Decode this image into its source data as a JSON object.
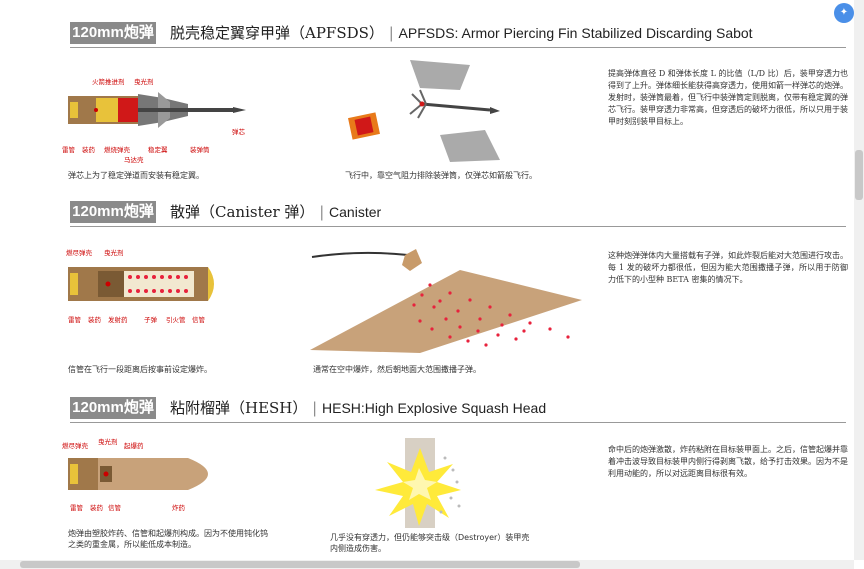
{
  "sections": [
    {
      "tag": "120mm炮弹",
      "title_cn": "脱壳稳定翼穿甲弹（APFSDS）",
      "title_en": "APFSDS: Armor Piercing Fin Stabilized Discarding Sabot",
      "labels_top": [
        "火箭推进剂",
        "曳光剂"
      ],
      "labels_bottom": [
        "雷管",
        "装药",
        "燃烧弹壳",
        "稳定翼",
        "弹芯",
        "马达壳",
        "装弹筒"
      ],
      "caption_left": "弹芯上为了稳定弹道而安装有稳定翼。",
      "caption_mid": "飞行中，靠空气阻力排除装弹筒，仅弹芯如箭般飞行。",
      "paragraph": "提高弹体直径 D 和弹体长度 L 的比值（L/D 比）后，装甲穿透力也得到了上升。弹体细长能获得高穿透力，使用如箭一样弹芯的炮弹。发射时，装弹筒最着，但飞行中装弹筒定则脱离，仅带有稳定翼的弹芯飞行。装甲穿透力非常高，但穿透后的破坏力很低，所以只用于装甲时刻别装甲目标上。"
    },
    {
      "tag": "120mm炮弹",
      "title_cn": "散弹（Canister 弹）",
      "title_en": "Canister",
      "labels_top": [
        "燃尽弹壳",
        "曳光剂"
      ],
      "labels_bottom": [
        "雷管",
        "装药",
        "发射药",
        "子弹",
        "引火管",
        "信管"
      ],
      "caption_left": "信管在飞行一段距离后按事前设定爆炸。",
      "caption_mid": "通常在空中爆炸，然后朝地面大范围撒播子弹。",
      "paragraph": "这种炮弹弹体内大量搭载有子弹，如此炸裂后能对大范围进行攻击。每 1 发的破坏力都很低，但因为能大范围撒播子弹，所以用于防御力低下的小型种 BETA 密集的情况下。"
    },
    {
      "tag": "120mm炮弹",
      "title_cn": "粘附榴弹（HESH）",
      "title_en": "HESH:High Explosive Squash Head",
      "labels_top": [
        "燃尽弹壳",
        "曳光剂",
        "起爆药"
      ],
      "labels_bottom": [
        "雷管",
        "装药",
        "信管",
        "炸药"
      ],
      "caption_left": "炮弹由塑胶炸药、信管和起爆剂构成。因为不使用钝化钨之类的重金属，所以能低成本制造。",
      "caption_mid": "几乎没有穿透力，但仍能够突击级（Destroyer）装甲壳内侧造成伤害。",
      "paragraph": "命中后的炮弹激散，炸药粘附在目标装甲面上。之后，信管起爆并靠着冲击波导致目标装甲内侧行得剥离飞散，给予打击效果。因为不是利用动能的，所以对远距离目标很有效。"
    }
  ],
  "colors": {
    "tag_bg": "#8a8a8a",
    "label_red": "#cc0000",
    "shell_brown": "#a0784a",
    "rod_dark": "#444444",
    "explosion_yellow": "#ffea3a",
    "pellet_red": "#e8223c",
    "ground": "#c8a27a"
  },
  "ui": {
    "float_icon": "translate-icon"
  }
}
